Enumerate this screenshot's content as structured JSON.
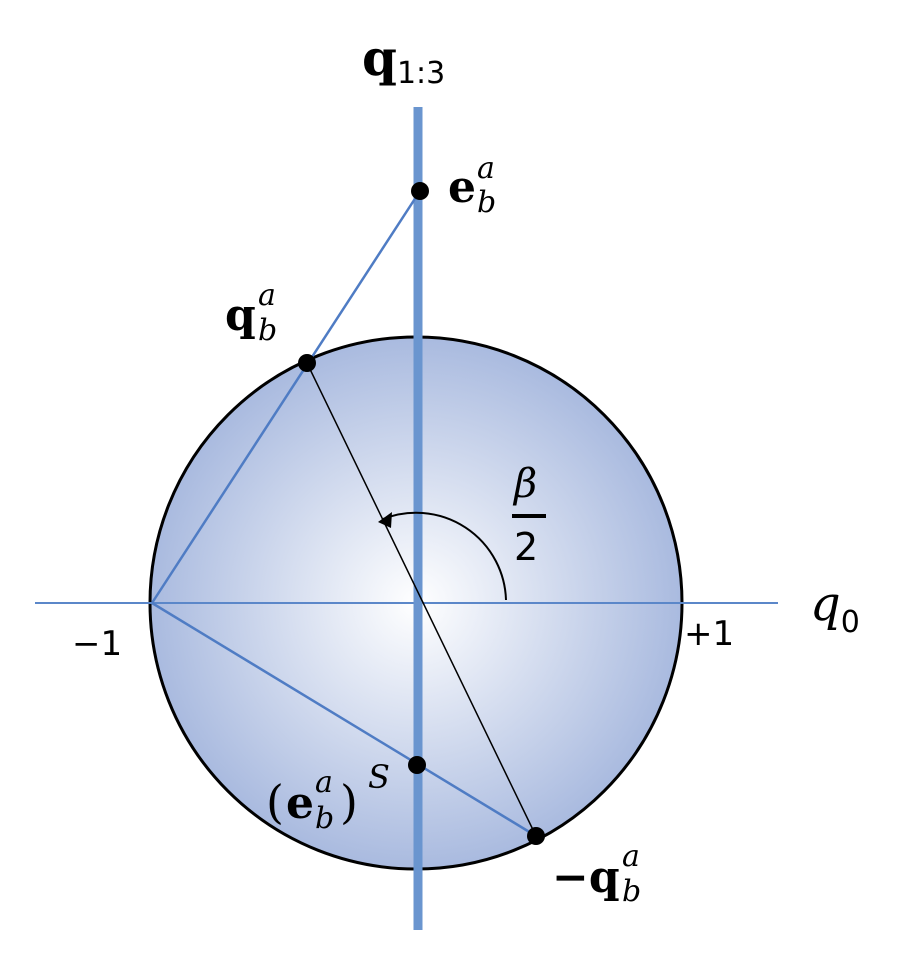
{
  "labels": {
    "vertical_axis_main": "q",
    "vertical_axis_sub": "1:3",
    "horizontal_axis_main": "q",
    "horizontal_axis_sub": "0",
    "minus_one": "−1",
    "plus_one": "+1",
    "e_point_main": "e",
    "e_point_sup": "a",
    "e_point_sub": "b",
    "q_point_main": "q",
    "q_point_sup": "a",
    "q_point_sub": "b",
    "neg_q_point_main": "−q",
    "neg_q_point_sup": "a",
    "neg_q_point_sub": "b",
    "es_open": "(",
    "es_main": "e",
    "es_sup": "a",
    "es_sub": "b",
    "es_close": ")",
    "es_outer_sup": "S",
    "angle_numerator": "β",
    "angle_denominator": "2"
  },
  "colors": {
    "axis": "#5b87c9",
    "thick_axis": "#6a95cf",
    "circle_fill_center": "#ffffff",
    "circle_fill_edge": "#a9badf",
    "circle_stroke": "#000000",
    "point": "#000000"
  }
}
